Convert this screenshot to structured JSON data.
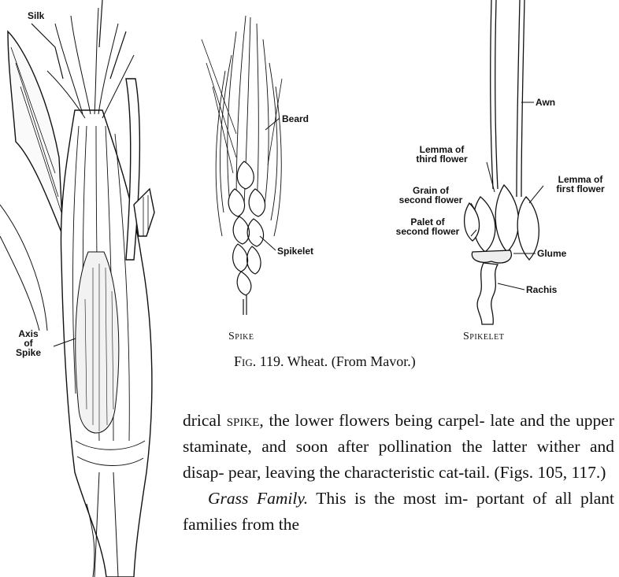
{
  "labels": {
    "silk": "Silk",
    "axis_line1": "Axis",
    "axis_line2": "of",
    "axis_line3": "Spike",
    "beard": "Beard",
    "spikelet": "Spikelet",
    "awn": "Awn",
    "lemma_third_1": "Lemma of",
    "lemma_third_2": "third flower",
    "lemma_first_1": "Lemma of",
    "lemma_first_2": "first flower",
    "grain_second_1": "Grain of",
    "grain_second_2": "second flower",
    "palet_second_1": "Palet of",
    "palet_second_2": "second flower",
    "glume": "Glume",
    "rachis": "Rachis"
  },
  "captions": {
    "spike": "Spike",
    "spikelet": "Spikelet",
    "fig_number": "Fig. 119.",
    "fig_text": "Wheat. (From Mavor.)"
  },
  "body": {
    "para1_start": "drical ",
    "para1_term": "spike",
    "para1_rest": ", the lower flowers being carpel- late and the upper staminate, and soon after pollination the latter wither and disap- pear, leaving the characteristic cat-tail. (Figs. 105, 117.)",
    "para2_title": "Grass Family.",
    "para2_rest": " This is the most im- portant of all plant families from the"
  }
}
